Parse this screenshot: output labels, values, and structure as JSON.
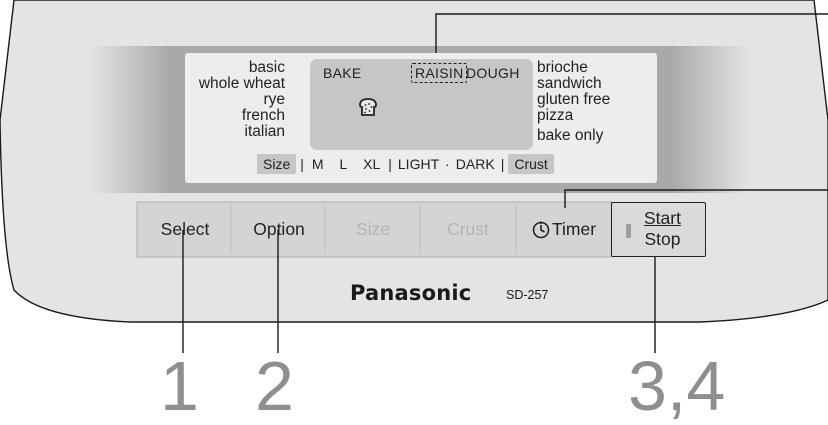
{
  "lcd": {
    "menus_left": [
      "basic",
      "whole wheat",
      "rye",
      "french",
      "italian"
    ],
    "menus_right": [
      "brioche",
      "sandwich",
      "gluten free",
      "pizza",
      "bake only"
    ],
    "modes": {
      "bake": "BAKE",
      "raisin": "RAISIN",
      "dough": "DOUGH"
    },
    "bottom": {
      "size_label": "Size",
      "sizes": [
        "M",
        "L",
        "XL"
      ],
      "light": "LIGHT",
      "dot": "·",
      "dark": "DARK",
      "crust_label": "Crust"
    }
  },
  "buttons": {
    "select": "Select",
    "option": "Option",
    "size": "Size",
    "crust": "Crust",
    "timer": "Timer",
    "start": "Start",
    "stop": "Stop"
  },
  "branding": {
    "brand": "Panasonic",
    "model": "SD-257"
  },
  "callouts": {
    "one": "1",
    "two": "2",
    "three_four": "3,4"
  },
  "colors": {
    "panel": "#e4e4e4",
    "band": "#a8a8a8",
    "lcd_bg": "#ededed",
    "lcd_window": "#c6c6c6",
    "button": "#dadada",
    "callout": "#8f8f8f"
  }
}
